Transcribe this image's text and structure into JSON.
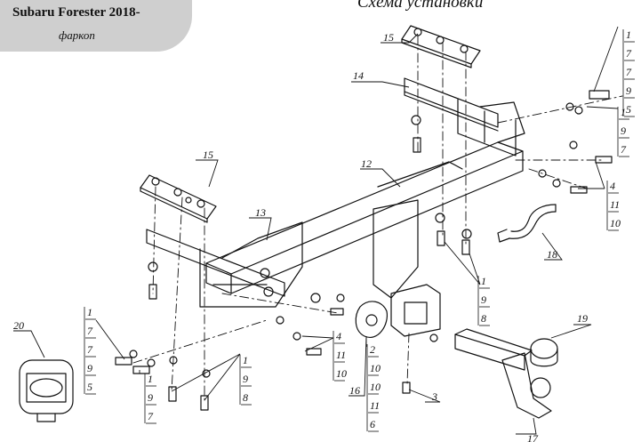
{
  "header": {
    "model": "Subaru Forester 2018-",
    "subtitle": "фаркоп",
    "diagram_title": "Схема установки"
  },
  "callouts": [
    {
      "id": "c15a",
      "label": "15"
    },
    {
      "id": "c14",
      "label": "14"
    },
    {
      "id": "c15b",
      "label": "15"
    },
    {
      "id": "c12",
      "label": "12"
    },
    {
      "id": "c13",
      "label": "13"
    },
    {
      "id": "c18",
      "label": "18"
    },
    {
      "id": "c19",
      "label": "19"
    },
    {
      "id": "c20",
      "label": "20"
    },
    {
      "id": "c3",
      "label": "3"
    },
    {
      "id": "c16",
      "label": "16"
    },
    {
      "id": "c17",
      "label": "17"
    }
  ],
  "stacks": [
    {
      "id": "s_tr1",
      "labels": [
        "1",
        "7",
        "7",
        "9",
        "5"
      ]
    },
    {
      "id": "s_tr2",
      "labels": [
        "1",
        "9",
        "7"
      ]
    },
    {
      "id": "s_rm",
      "labels": [
        "4",
        "11",
        "10"
      ]
    },
    {
      "id": "s_cen",
      "labels": [
        "1",
        "9",
        "8"
      ]
    },
    {
      "id": "s_cl",
      "labels": [
        "4",
        "11",
        "10"
      ]
    },
    {
      "id": "s_bc",
      "labels": [
        "2",
        "10",
        "10",
        "11",
        "6"
      ]
    },
    {
      "id": "s_bl1",
      "labels": [
        "1",
        "7",
        "7",
        "9",
        "5"
      ]
    },
    {
      "id": "s_bl2",
      "labels": [
        "1",
        "9",
        "7"
      ]
    },
    {
      "id": "s_bl3",
      "labels": [
        "1",
        "9",
        "8"
      ]
    }
  ]
}
